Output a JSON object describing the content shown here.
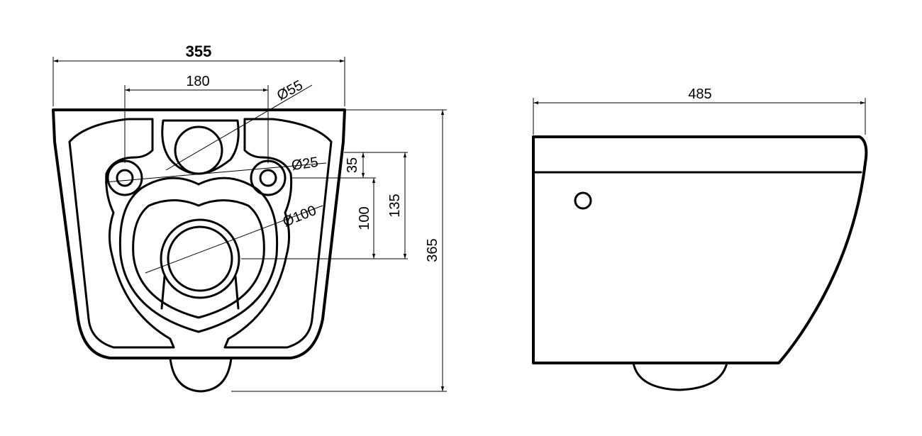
{
  "front_view": {
    "overall_width": "355",
    "bolt_spacing": "180",
    "inlet_diameter": "Ø55",
    "bolt_hole_diameter": "Ø25",
    "outlet_diameter": "Ø100",
    "dim_35": "35",
    "dim_100": "100",
    "dim_135": "135",
    "overall_height": "365"
  },
  "side_view": {
    "overall_depth": "485"
  }
}
